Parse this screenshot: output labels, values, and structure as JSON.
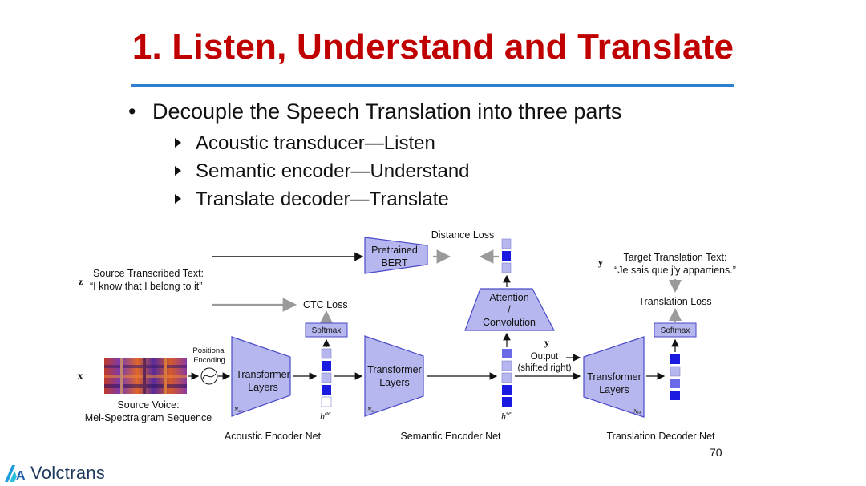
{
  "slide": {
    "title": "1. Listen, Understand and Translate",
    "bullet_main": "Decouple the Speech Translation into three parts",
    "bullet_main_marker": "•",
    "sub_bullets": [
      "Acoustic transducer—Listen",
      "Semantic encoder—Understand",
      "Translate decoder—Translate"
    ],
    "page_number": "70",
    "logo_text": "Volctrans"
  },
  "diagram": {
    "source_transcribed_label": "Source Transcribed Text:",
    "source_transcribed_text": "“I know that I belong to it”",
    "z_symbol": "z",
    "x_symbol": "x",
    "y_symbol_target": "y",
    "y_symbol_output": "y",
    "pretrained_bert_line1": "Pretrained",
    "pretrained_bert_line2": "BERT",
    "distance_loss": "Distance Loss",
    "ctc_loss": "CTC Loss",
    "softmax_1": "Softmax",
    "softmax_2": "Softmax",
    "positional_line1": "Positional",
    "positional_line2": "Encoding",
    "transformer_1_line1": "Transformer",
    "transformer_1_line2": "Layers",
    "transformer_2_line1": "Transformer",
    "transformer_2_line2": "Layers",
    "transformer_3_line1": "Transformer",
    "transformer_3_line2": "Layers",
    "n_ae": "N",
    "n_ae_sub": "ae",
    "n_se": "N",
    "n_se_sub": "se",
    "n_td": "N",
    "n_td_sub": "td",
    "h_ae": "h",
    "h_ae_sup": "ae",
    "h_se": "h",
    "h_se_sup": "se",
    "attention_line1": "Attention",
    "attention_line2": "/",
    "attention_line3": "Convolution",
    "output_line1": "Output",
    "output_line2": "(shifted right)",
    "target_label": "Target Translation Text:",
    "target_text": "“Je sais que j'y appartiens.”",
    "translation_loss": "Translation Loss",
    "source_voice_line1": "Source Voice:",
    "source_voice_line2": "Mel-Spectralgram Sequence",
    "acoustic_encoder_net": "Acoustic Encoder Net",
    "semantic_encoder_net": "Semantic Encoder Net",
    "translation_decoder_net": "Translation Decoder Net"
  },
  "colors": {
    "title": "#c00000",
    "rule": "#2f7fd0",
    "block_fill": "#b7b7ef",
    "block_stroke": "#4a4ac8",
    "vec_dark": "#1a1ae0",
    "vec_light": "#b7b7ef",
    "arrow_gray": "#9a9a9a"
  }
}
